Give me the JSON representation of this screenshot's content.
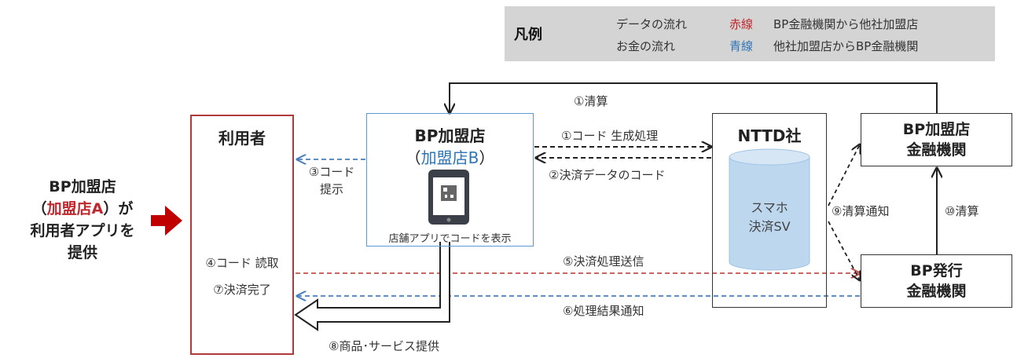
{
  "legend": {
    "title": "凡例",
    "data_flow": "データの流れ",
    "money_flow": "お金の流れ",
    "red_line_label": "赤線",
    "red_line_desc": "BP金融機関から他社加盟店",
    "blue_line_label": "青線",
    "blue_line_desc": "他社加盟店からBP金融機関"
  },
  "left_text": {
    "line1": "BP加盟店",
    "line2_open": "（",
    "line2_red": "加盟店A",
    "line2_close": "）が",
    "line3": "利用者アプリを",
    "line4": "提供"
  },
  "user_box": {
    "title": "利用者",
    "step4": "④コード 読取",
    "step7": "⑦決済完了"
  },
  "merchant_box": {
    "title": "BP加盟店",
    "sub_open": "（",
    "sub_blue": "加盟店B",
    "sub_close": "）",
    "caption": "店舗アプリでコードを表示"
  },
  "nttd_box": {
    "title": "NTTD社",
    "db_line1": "スマホ",
    "db_line2": "決済SV"
  },
  "bp_merchant_fi": {
    "line1": "BP加盟店",
    "line2": "金融機関"
  },
  "bp_issuer_fi": {
    "line1": "BP発行",
    "line2": "金融機関"
  },
  "steps": {
    "s1_settlement": "①清算",
    "s1_code_gen": "①コード 生成処理",
    "s2_code": "②決済データのコード",
    "s3_line1": "③コード",
    "s3_line2": "提示",
    "s5": "⑤決済処理送信",
    "s6": "⑥処理結果通知",
    "s8": "⑧商品･サービス提供",
    "s9": "⑨清算通知",
    "s10": "⑩清算"
  },
  "colors": {
    "red_line": "#c0504d",
    "blue_line": "#4a7ebb",
    "db_fill": "#bdd7ee",
    "user_border": "#b03a3a",
    "merchant_border": "#5b9bd5",
    "arrow_red": "#c00000"
  }
}
